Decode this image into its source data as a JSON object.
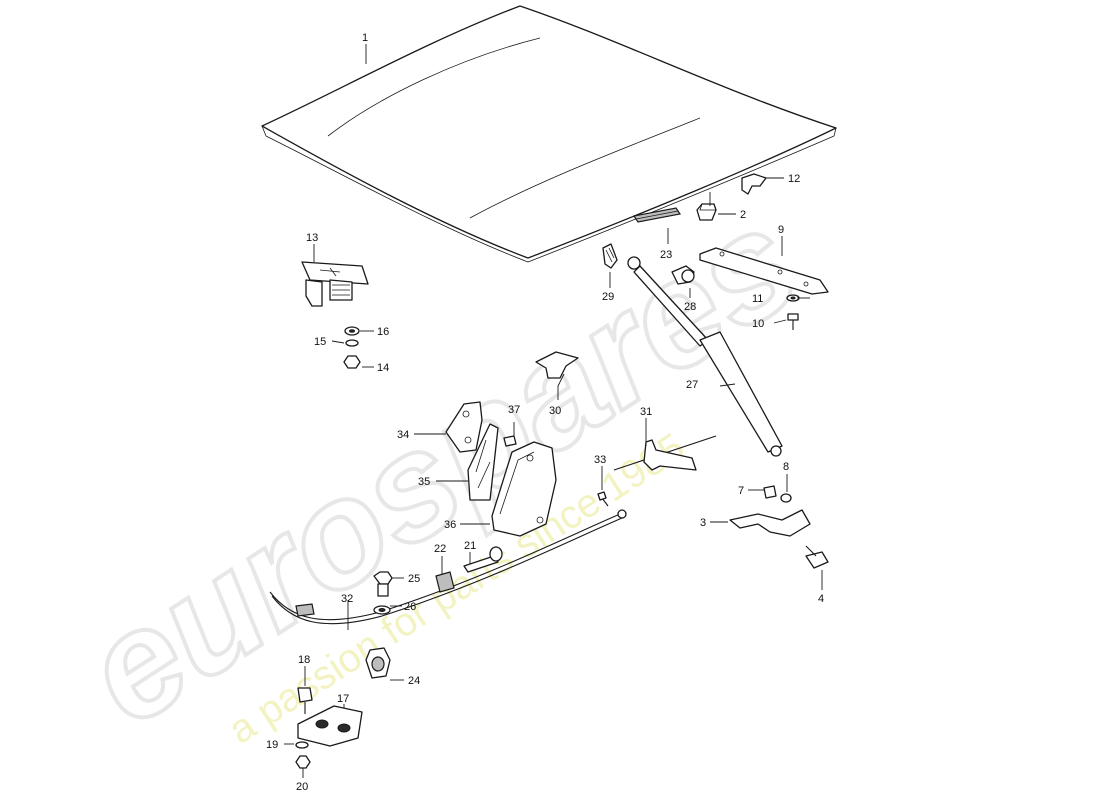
{
  "watermark": {
    "brand": "eurospares",
    "tagline": "a passion for parts since 1985"
  },
  "callouts": [
    {
      "id": "c1",
      "label": "1"
    },
    {
      "id": "c2",
      "label": "2"
    },
    {
      "id": "c3",
      "label": "3"
    },
    {
      "id": "c4",
      "label": "4"
    },
    {
      "id": "c7",
      "label": "7"
    },
    {
      "id": "c8",
      "label": "8"
    },
    {
      "id": "c9",
      "label": "9"
    },
    {
      "id": "c10",
      "label": "10"
    },
    {
      "id": "c11",
      "label": "11"
    },
    {
      "id": "c12",
      "label": "12"
    },
    {
      "id": "c13",
      "label": "13"
    },
    {
      "id": "c14",
      "label": "14"
    },
    {
      "id": "c15",
      "label": "15"
    },
    {
      "id": "c16",
      "label": "16"
    },
    {
      "id": "c17",
      "label": "17"
    },
    {
      "id": "c18",
      "label": "18"
    },
    {
      "id": "c19",
      "label": "19"
    },
    {
      "id": "c20",
      "label": "20"
    },
    {
      "id": "c21",
      "label": "21"
    },
    {
      "id": "c22",
      "label": "22"
    },
    {
      "id": "c23",
      "label": "23"
    },
    {
      "id": "c24",
      "label": "24"
    },
    {
      "id": "c25",
      "label": "25"
    },
    {
      "id": "c26",
      "label": "26"
    },
    {
      "id": "c27",
      "label": "27"
    },
    {
      "id": "c28",
      "label": "28"
    },
    {
      "id": "c29",
      "label": "29"
    },
    {
      "id": "c30",
      "label": "30"
    },
    {
      "id": "c31",
      "label": "31"
    },
    {
      "id": "c32",
      "label": "32"
    },
    {
      "id": "c33",
      "label": "33"
    },
    {
      "id": "c34",
      "label": "34"
    },
    {
      "id": "c35",
      "label": "35"
    },
    {
      "id": "c36",
      "label": "36"
    },
    {
      "id": "c37",
      "label": "37"
    }
  ]
}
